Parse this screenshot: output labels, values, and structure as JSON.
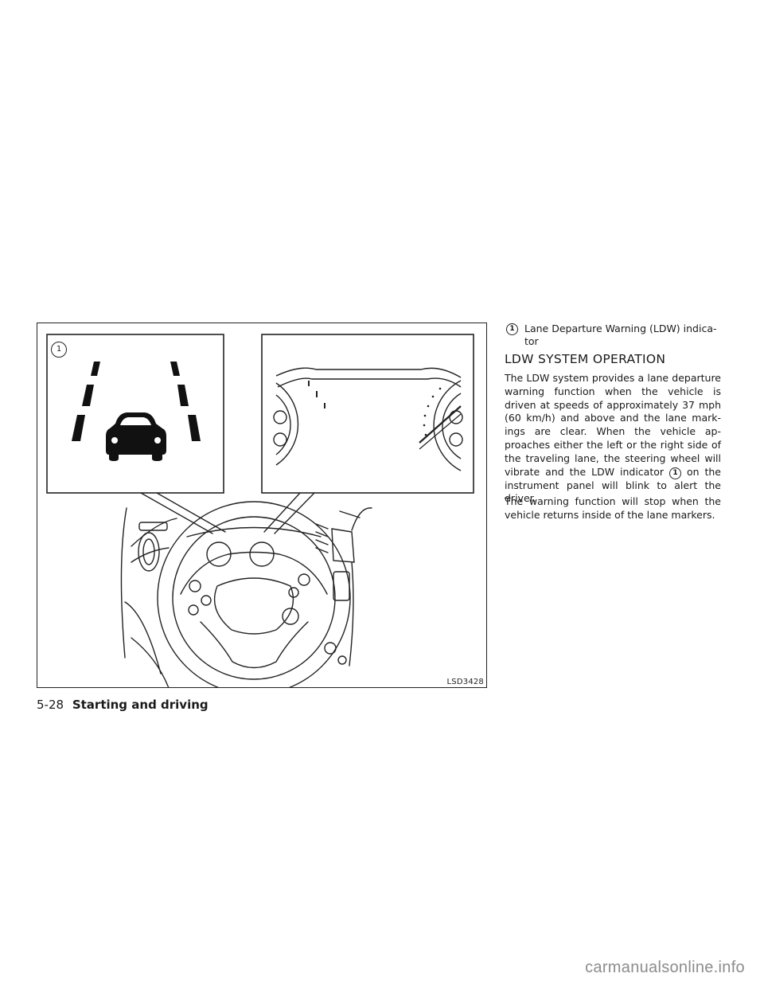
{
  "figure": {
    "callout_number": "1",
    "code": "LSD3428"
  },
  "caption": {
    "number": "1",
    "text": "Lane Departure Warning (LDW) indica-tor"
  },
  "section": {
    "heading": "LDW SYSTEM OPERATION",
    "paragraph1_before": "The LDW system provides a lane departure warning function when the vehicle is driven at speeds of approximately 37 mph (60 km/h) and above and the lane mark-ings are clear. When the vehicle ap-proaches either the left or the right side of the traveling lane, the steering wheel will vibrate and the LDW indicator ",
    "paragraph1_ref": "1",
    "paragraph1_after": " on the instrument panel will blink to alert the driver.",
    "paragraph2": "The warning function will stop when the vehicle returns inside of the lane markers."
  },
  "footer": {
    "page_number": "5-28",
    "section_title": "Starting and driving"
  },
  "watermark": "carmanualsonline.info"
}
